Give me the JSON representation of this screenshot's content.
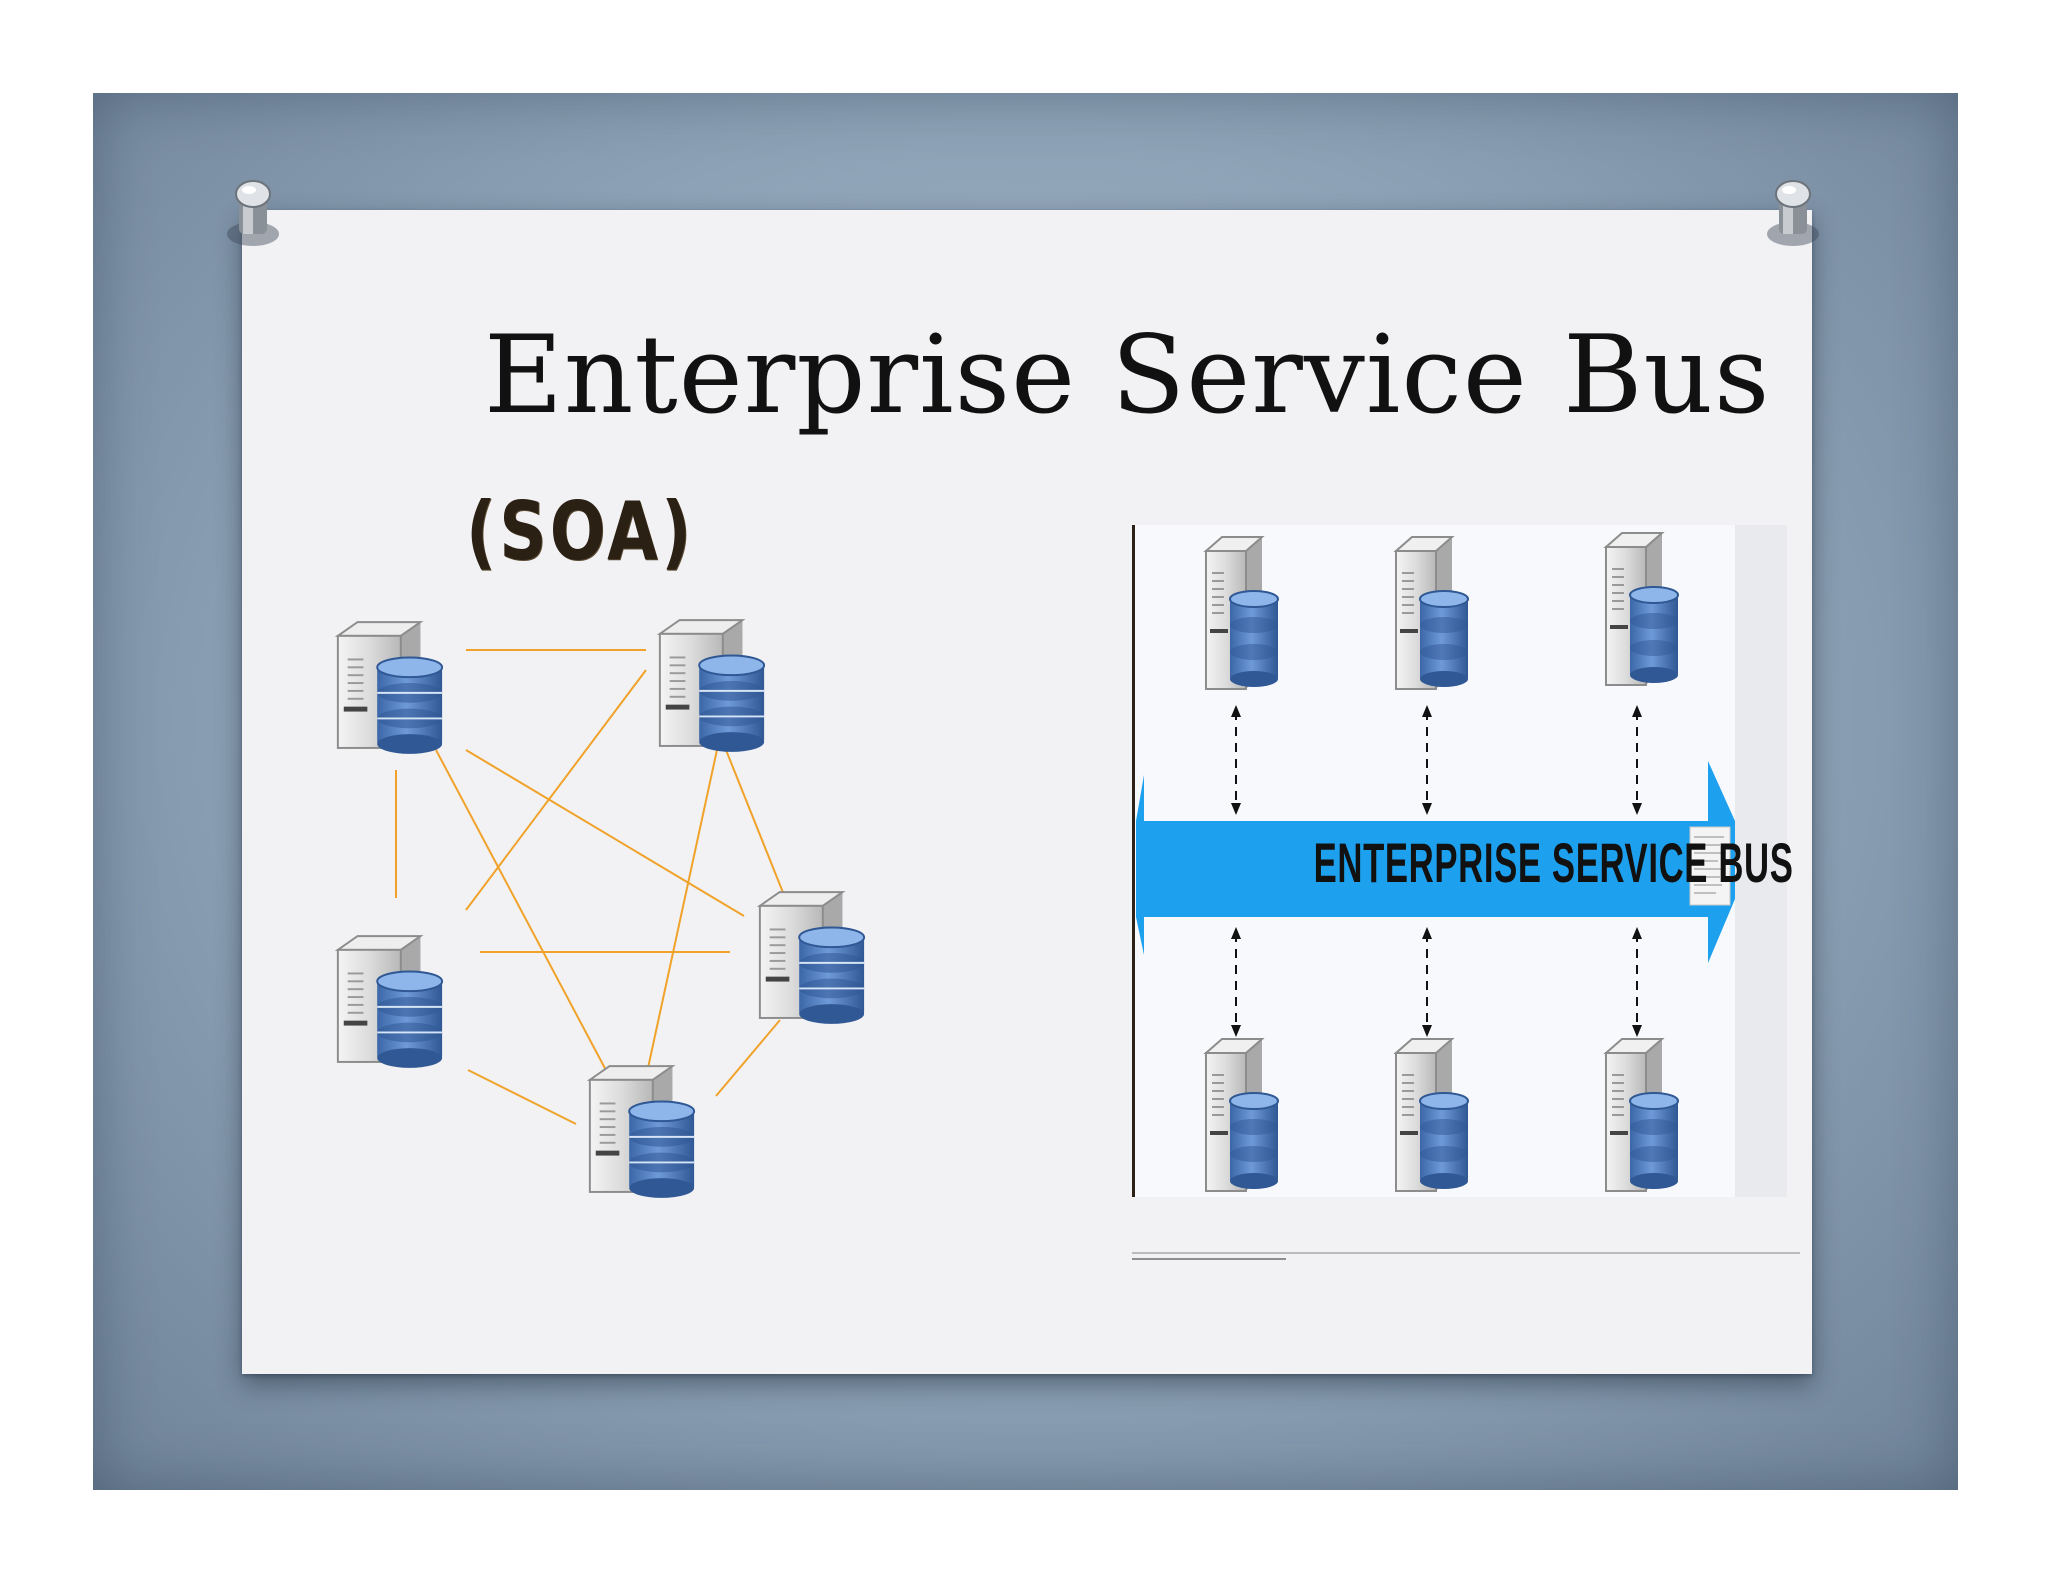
{
  "slide": {
    "title": "Enterprise Service Bus",
    "soa_label": "(SOA)",
    "esb_label": "ENTERPRISE SERVICE BUS"
  },
  "colors": {
    "background": "#8da2b6",
    "paper": "#f2f2f4",
    "connector": "#f0a22a",
    "bus": "#1da0ee",
    "database": "#5b86c9"
  },
  "icons": [
    "push-pin-icon",
    "server-database-icon",
    "bidirectional-arrow-icon"
  ]
}
